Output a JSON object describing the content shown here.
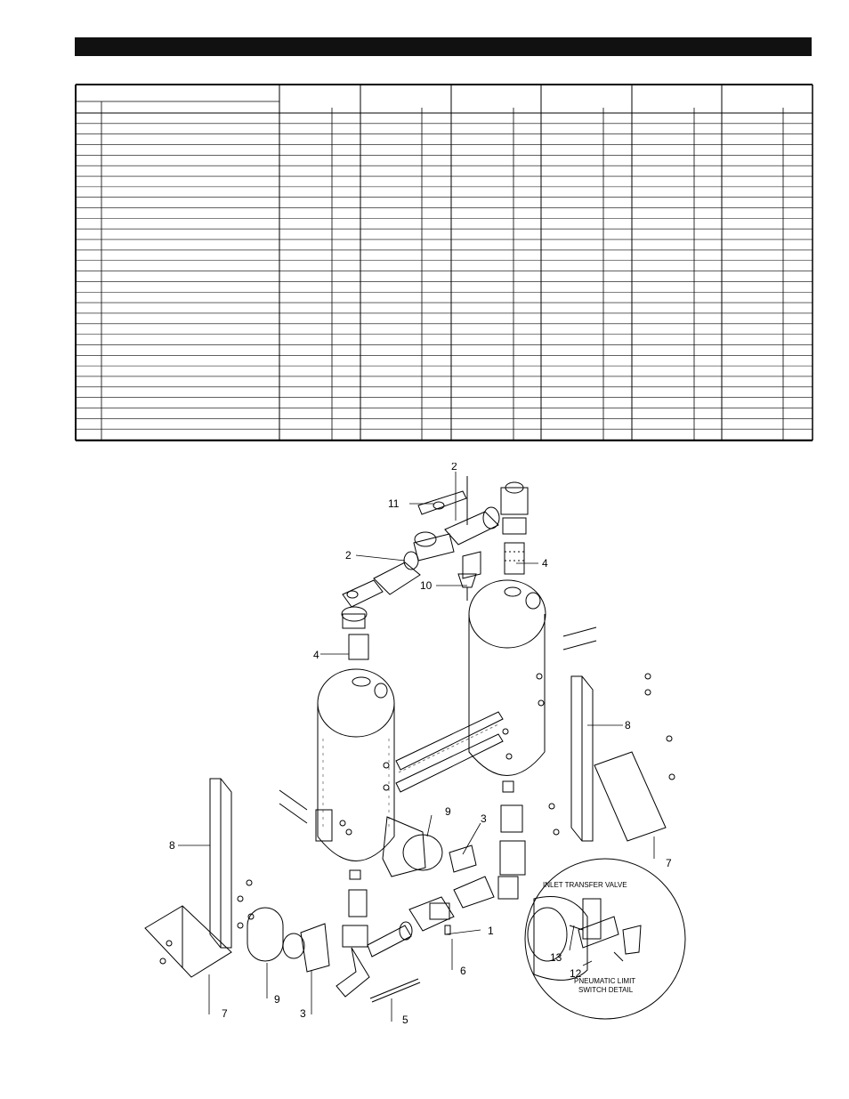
{
  "page": {
    "header_bar_color": "#111111"
  },
  "parts_table": {
    "rows": 31,
    "model_groups": 6
  },
  "drawing": {
    "callouts": [
      "1",
      "2",
      "2",
      "3",
      "3",
      "4",
      "4",
      "5",
      "6",
      "7",
      "7",
      "8",
      "8",
      "9",
      "9",
      "10",
      "11",
      "12",
      "13"
    ],
    "detail": {
      "label_top": "INLET TRANSFER VALVE",
      "label_bottom_1": "PNEUMATIC LIMIT",
      "label_bottom_2": "SWITCH DETAIL"
    }
  }
}
